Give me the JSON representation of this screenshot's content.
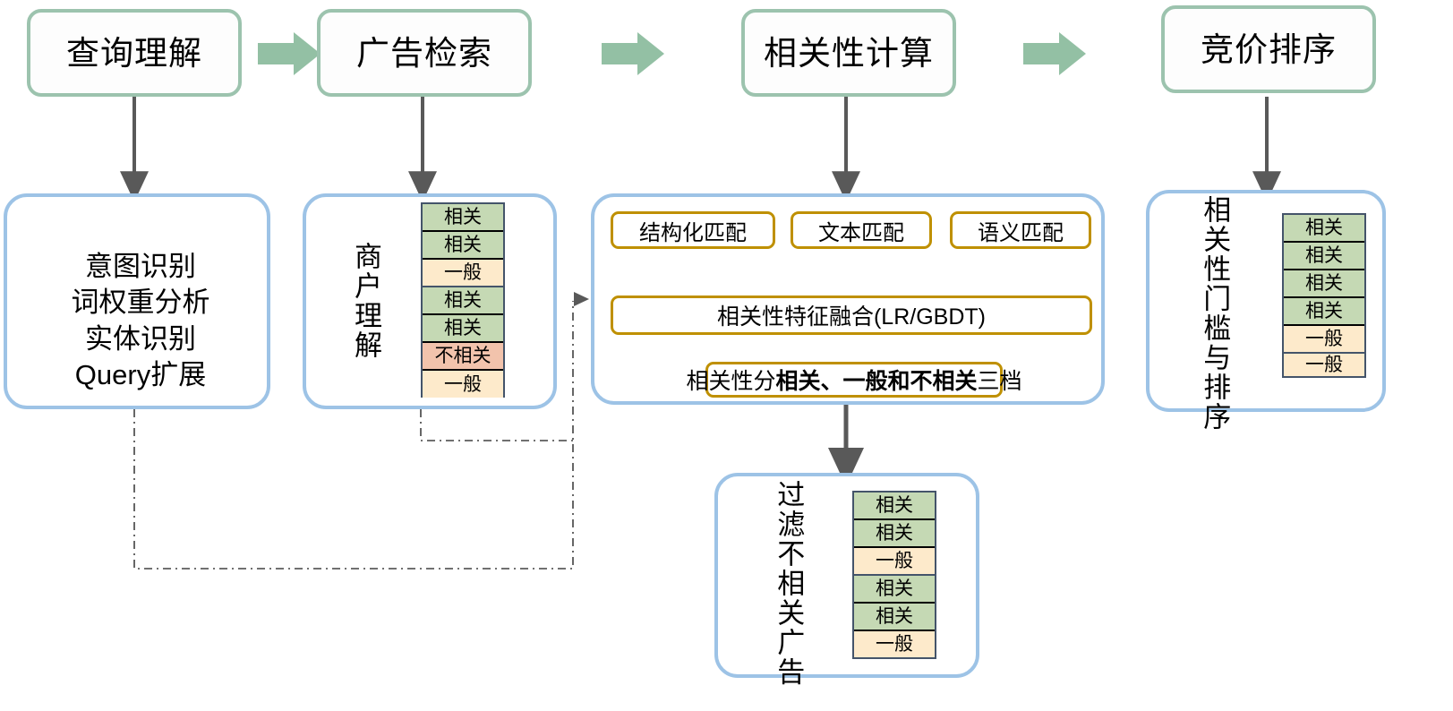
{
  "diagram": {
    "title": "广告相关性计算与排序流程",
    "colors": {
      "stage_border": "#9cc3ae",
      "block_arrow": "#93c0a4",
      "panel_border": "#9dc3e6",
      "gold_border": "#bf9000",
      "connector_gray": "#595959",
      "curve_blue": "#4472c4",
      "chip_relevant": "#c5d9b4",
      "chip_medium": "#fdeacb",
      "chip_irrelevant": "#f2c3ac",
      "chip_border": "#44546a",
      "dashed_feedback": "#404040"
    }
  },
  "stages": [
    {
      "id": "query-understanding",
      "label": "查询理解"
    },
    {
      "id": "ad-retrieval",
      "label": "广告检索"
    },
    {
      "id": "relevance-computation",
      "label": "相关性计算"
    },
    {
      "id": "bid-ranking",
      "label": "竞价排序"
    }
  ],
  "panels": {
    "query": {
      "id": "query-panel",
      "lines": "意图识别\n词权重分析\n实体识别\nQuery扩展"
    },
    "merchant": {
      "id": "merchant-panel",
      "vertical_label": "商户理解",
      "chips": [
        {
          "label": "相关",
          "kind": "rel"
        },
        {
          "label": "相关",
          "kind": "rel"
        },
        {
          "label": "一般",
          "kind": "mid"
        },
        {
          "label": "相关",
          "kind": "rel"
        },
        {
          "label": "相关",
          "kind": "rel"
        },
        {
          "label": "不相关",
          "kind": "irr"
        },
        {
          "label": "一般",
          "kind": "mid"
        }
      ]
    },
    "relevance": {
      "id": "relevance-panel",
      "matchers": [
        {
          "id": "structured-match",
          "label": "结构化匹配"
        },
        {
          "id": "text-match",
          "label": "文本匹配"
        },
        {
          "id": "semantic-match",
          "label": "语义匹配"
        }
      ],
      "fusion_label": "相关性特征融合(LR/GBDT)",
      "score_prefix": "相关性分",
      "score_bold": "相关、一般和不相关",
      "score_suffix": "三档"
    },
    "threshold": {
      "id": "threshold-panel",
      "vertical_label": "相关性门槛与排序",
      "chips": [
        {
          "label": "相关",
          "kind": "rel"
        },
        {
          "label": "相关",
          "kind": "rel"
        },
        {
          "label": "相关",
          "kind": "rel"
        },
        {
          "label": "相关",
          "kind": "rel"
        },
        {
          "label": "一般",
          "kind": "mid"
        },
        {
          "label": "一般",
          "kind": "mid"
        }
      ]
    },
    "filter": {
      "id": "filter-panel",
      "vertical_label": "过滤不相关广告",
      "chips": [
        {
          "label": "相关",
          "kind": "rel"
        },
        {
          "label": "相关",
          "kind": "rel"
        },
        {
          "label": "一般",
          "kind": "mid"
        },
        {
          "label": "相关",
          "kind": "rel"
        },
        {
          "label": "相关",
          "kind": "rel"
        },
        {
          "label": "一般",
          "kind": "mid"
        }
      ]
    }
  }
}
